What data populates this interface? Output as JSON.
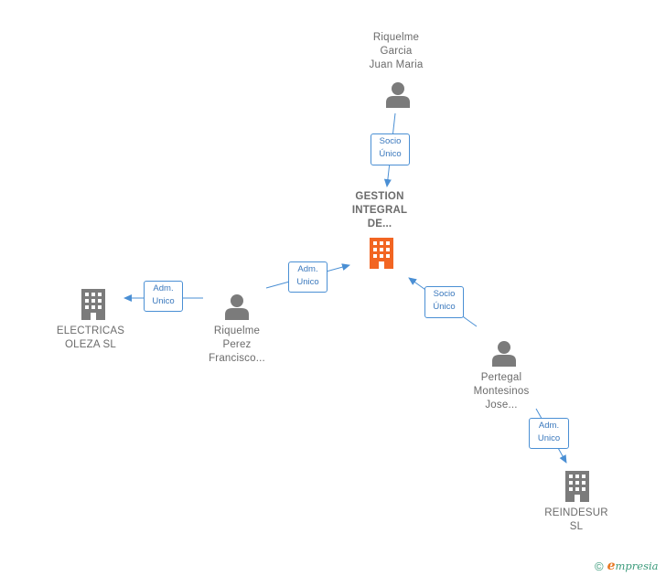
{
  "nodes": [
    {
      "id": "riquelme-garcia",
      "type": "person",
      "lines": [
        "Riquelme",
        "Garcia",
        "Juan Maria"
      ]
    },
    {
      "id": "gestion-integral",
      "type": "company-main",
      "lines": [
        "GESTION",
        "INTEGRAL",
        "DE..."
      ]
    },
    {
      "id": "electricas-oleza",
      "type": "company",
      "lines": [
        "ELECTRICAS",
        "OLEZA SL"
      ]
    },
    {
      "id": "riquelme-perez",
      "type": "person",
      "lines": [
        "Riquelme",
        "Perez",
        "Francisco..."
      ]
    },
    {
      "id": "pertegal-montesinos",
      "type": "person",
      "lines": [
        "Pertegal",
        "Montesinos",
        "Jose..."
      ]
    },
    {
      "id": "reindesur",
      "type": "company",
      "lines": [
        "REINDESUR",
        "SL"
      ]
    }
  ],
  "edges": [
    {
      "from": "riquelme-garcia",
      "to": "gestion-integral",
      "label": [
        "Socio",
        "Único"
      ]
    },
    {
      "from": "riquelme-perez",
      "to": "gestion-integral",
      "label": [
        "Adm.",
        "Unico"
      ]
    },
    {
      "from": "riquelme-perez",
      "to": "electricas-oleza",
      "label": [
        "Adm.",
        "Unico"
      ]
    },
    {
      "from": "pertegal-montesinos",
      "to": "gestion-integral",
      "label": [
        "Socio",
        "Único"
      ]
    },
    {
      "from": "pertegal-montesinos",
      "to": "reindesur",
      "label": [
        "Adm.",
        "Unico"
      ]
    }
  ],
  "colors": {
    "person_icon": "#7b7b7b",
    "company_icon": "#7b7b7b",
    "main_company_icon": "#f26522",
    "edge": "#4a8fd4",
    "label_text": "#6b6b6b"
  },
  "footer": {
    "copyright": "©",
    "brand_initial": "e",
    "brand_rest": "mpresia"
  }
}
